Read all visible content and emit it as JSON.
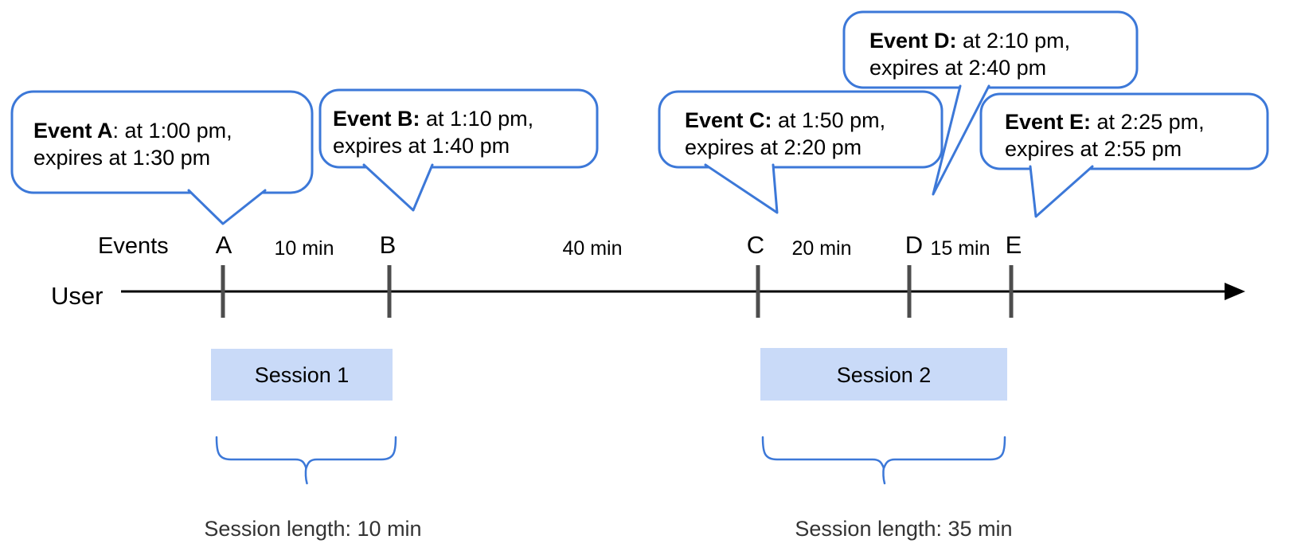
{
  "colors": {
    "accent_blue": "#3c78d8",
    "session_fill": "#c9daf8",
    "tick_gray": "#4d4d4d",
    "line_black": "#000000",
    "text_black": "#000000",
    "caption_gray": "#333333"
  },
  "timeline": {
    "events_label": "Events",
    "row_label": "User",
    "ticks": [
      {
        "letter": "A"
      },
      {
        "letter": "B"
      },
      {
        "letter": "C"
      },
      {
        "letter": "D"
      },
      {
        "letter": "E"
      }
    ],
    "gaps": [
      {
        "label": "10 min"
      },
      {
        "label": "40 min"
      },
      {
        "label": "20 min"
      },
      {
        "label": "15 min"
      }
    ]
  },
  "bubbles": [
    {
      "title": "Event A",
      "rest": ": at 1:00 pm,",
      "line2": "expires at 1:30 pm"
    },
    {
      "title": "Event B:",
      "rest": " at 1:10 pm,",
      "line2": "expires at 1:40 pm"
    },
    {
      "title": "Event C:",
      "rest": " at 1:50 pm,",
      "line2": "expires at 2:20 pm"
    },
    {
      "title": "Event D:",
      "rest": " at 2:10 pm,",
      "line2": "expires at 2:40 pm"
    },
    {
      "title": "Event E:",
      "rest": " at 2:25 pm,",
      "line2": "expires at 2:55 pm"
    }
  ],
  "sessions": [
    {
      "label": "Session 1",
      "length_caption": "Session length: 10 min"
    },
    {
      "label": "Session 2",
      "length_caption": "Session length: 35 min"
    }
  ]
}
